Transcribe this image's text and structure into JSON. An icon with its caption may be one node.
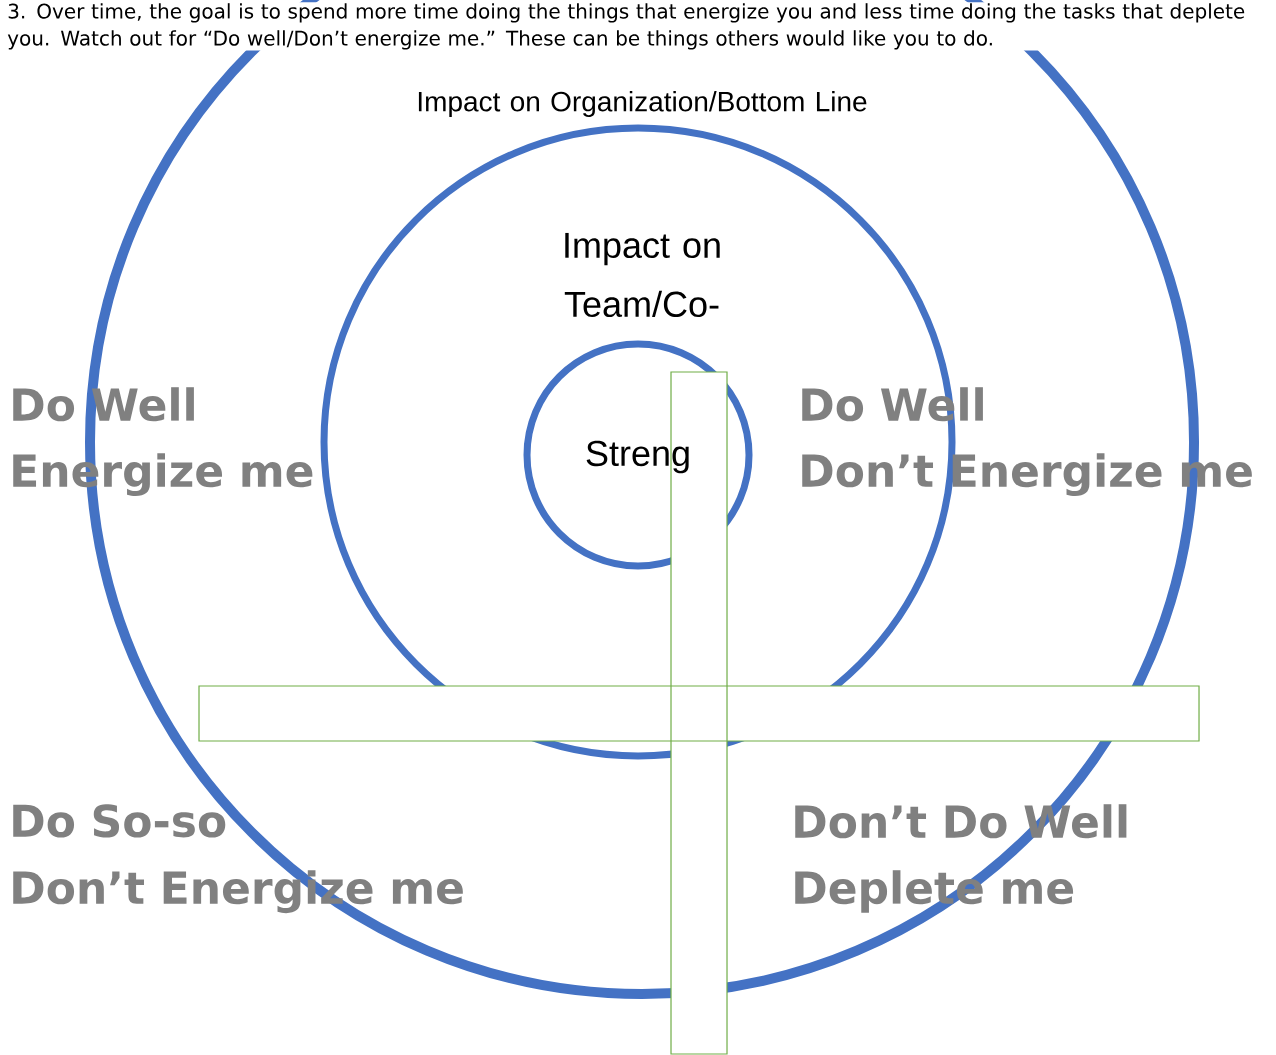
{
  "diagram": {
    "nodes": [
      {
        "text": [
          "Impact on Organization/Bottom Line"
        ]
      },
      {
        "text": [
          "Impact on Team/Co-"
        ],
        "in": 0
      },
      {
        "text": [
          "Streng"
        ],
        "in": 1
      }
    ],
    "labels": [
      "3. Over time, the goal is to spend more time doing the things that energize you and less time doing the tasks that deplete you. Watch out for “Do well/Don’t energize me.” These can be things others would like you to do.",
      "Do Well",
      "Energize me",
      "Do Well",
      "Don’t Energize me",
      "Do So-so",
      "Don’t Energize me",
      "Don’t Do Well",
      "Deplete me"
    ]
  }
}
